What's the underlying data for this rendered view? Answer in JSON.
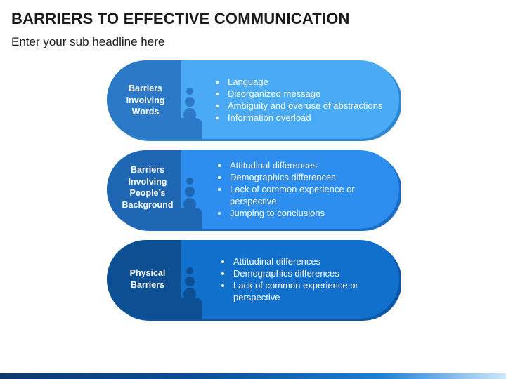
{
  "header": {
    "title": "BARRIERS TO EFFECTIVE COMMUNICATION",
    "subtitle": "Enter your sub headline here"
  },
  "pills": [
    {
      "label": "Barriers\nInvolving\nWords",
      "bullets": [
        "Language",
        "Disorganized message",
        "Ambiguity and overuse of abstractions",
        "Information overload"
      ],
      "colors": {
        "cap": "#2c7ac7",
        "body": "#4aaaf5",
        "shadow": "#2e86d2"
      }
    },
    {
      "label": "Barriers\nInvolving\nPeople’s\nBackground",
      "bullets": [
        "Attitudinal differences",
        "Demographics differences",
        "Lack of common experience or perspective",
        "Jumping to conclusions"
      ],
      "colors": {
        "cap": "#1f66b3",
        "body": "#2d8ef0",
        "shadow": "#1b6cc4"
      }
    },
    {
      "label": "Physical\nBarriers",
      "bullets": [
        "Attitudinal differences",
        "Demographics differences",
        "Lack of common experience or perspective"
      ],
      "colors": {
        "cap": "#0d4f93",
        "body": "#1270cd",
        "shadow": "#0c56a6"
      }
    }
  ]
}
